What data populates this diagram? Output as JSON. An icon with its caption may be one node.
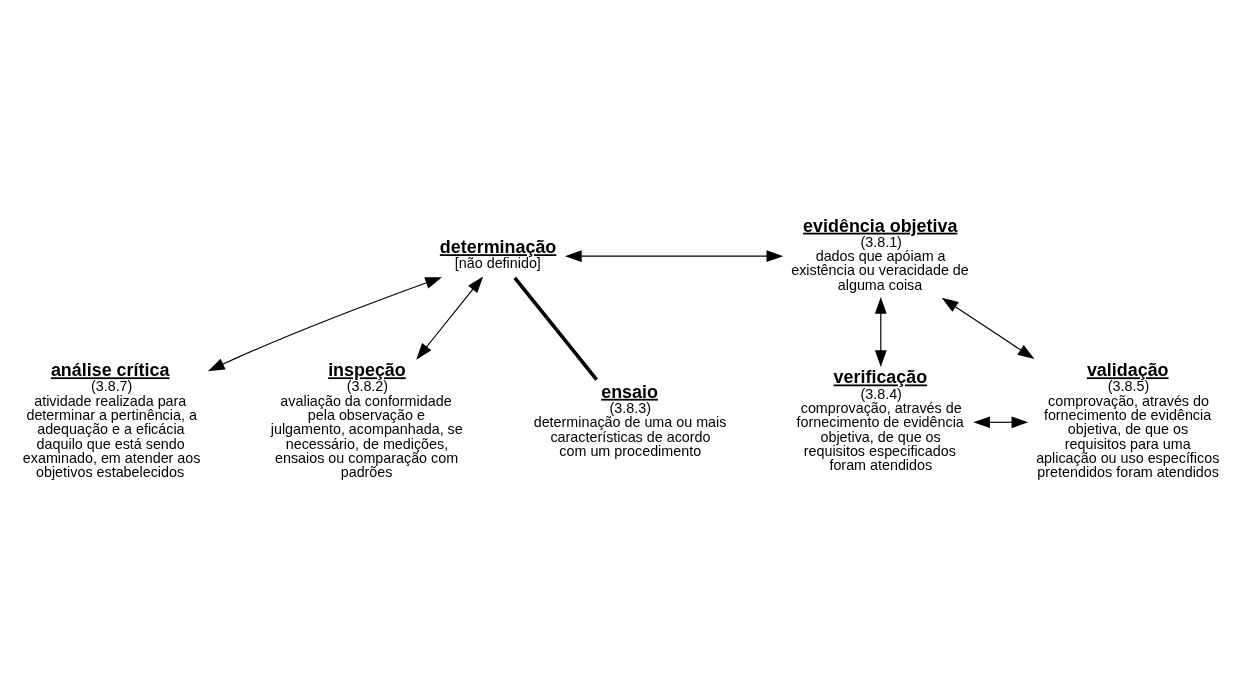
{
  "diagram": {
    "nodes": [
      {
        "text": [
          "determinação",
          "[não definido]"
        ]
      },
      {
        "text": [
          "evidência objetiva",
          "(3.8.1)",
          "dados que apóiam a existência ou veracidade de alguma coisa"
        ]
      },
      {
        "text": [
          "análise crítica",
          "(3.8.7)",
          "atividade realizada para determinar a pertinência, a adequação e a eficácia daquilo que está sendo examinado, em atender aos objetivos estabelecidos"
        ]
      },
      {
        "text": [
          "verificação",
          "(3.8.4)",
          "comprovação, através de fornecimento de evidência objetiva, de que os requisitos especificados foram atendidos"
        ]
      },
      {
        "text": [
          "validação",
          "(3.8.5)",
          "comprovação, através do fornecimento de evidência objetiva, de que os requisitos para uma aplicação ou uso específicos pretendidos foram atendidos"
        ]
      },
      {
        "text": [
          "inspeção",
          "(3.8.2)",
          "avaliação da conformidade pela observação e julgamento, acompanhada, se necessário, de medições, ensaios ou comparação com padrões"
        ]
      },
      {
        "text": [
          "ensaio",
          "(3.8.3)",
          "determinação de uma ou mais características de acordo com um procedimento"
        ]
      }
    ],
    "edges": [
      {
        "from": 0,
        "to": 1,
        "arrow": "both"
      },
      {
        "from": 0,
        "to": 2,
        "arrow": "both"
      },
      {
        "from": 0,
        "to": 5,
        "arrow": "both"
      },
      {
        "from": 0,
        "to": 6,
        "arrow": "none",
        "style": "thick"
      },
      {
        "from": 1,
        "to": 3,
        "arrow": "both"
      },
      {
        "from": 1,
        "to": 4,
        "arrow": "both"
      },
      {
        "from": 3,
        "to": 4,
        "arrow": "both"
      }
    ]
  }
}
